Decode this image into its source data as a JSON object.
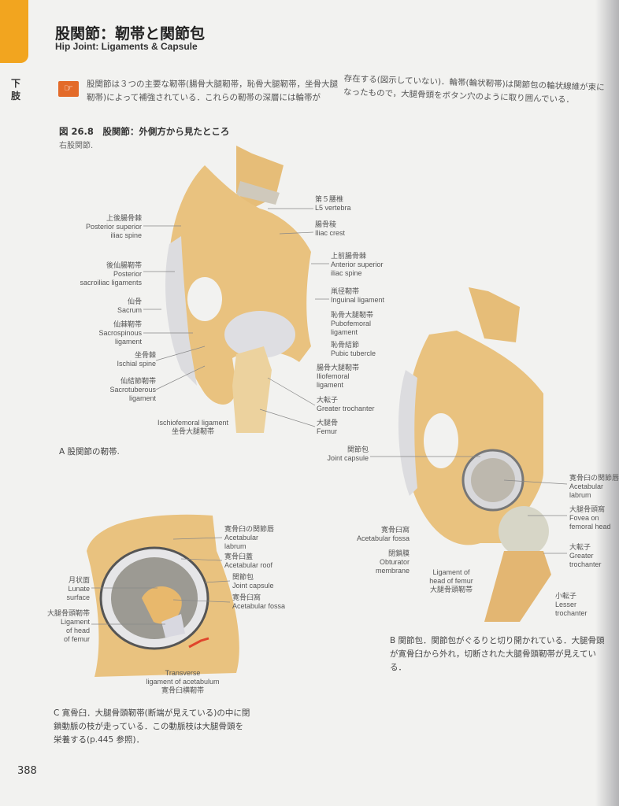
{
  "header": {
    "title": "股関節：靭帯と関節包",
    "subtitle": "Hip Joint: Ligaments & Capsule",
    "side_label": "下肢"
  },
  "icons": {
    "note": "pointing-hand-icon"
  },
  "intro": {
    "para1": "股関節は３つの主要な靭帯(腸骨大腿靭帯，恥骨大腿靭帯，坐骨大腿靭帯)によって補強されている．これらの靭帯の深層には輪帯が",
    "para2": "存在する(図示していない)．輪帯(輪状靭帯)は関節包の輪状線維が束になったもので，大腿骨頭をボタン穴のように取り囲んでいる．"
  },
  "figure": {
    "caption": "図 26.8　股関節：外側方から見たところ",
    "subcaption": "右股関節."
  },
  "figA": {
    "caption": "A 股関節の靭帯.",
    "labels": [
      {
        "jp": "上後腸骨棘",
        "en": [
          "Posterior superior",
          "iliac spine"
        ]
      },
      {
        "jp": "後仙腸靭帯",
        "en": [
          "Posterior",
          "sacroiliac ligaments"
        ]
      },
      {
        "jp": "仙骨",
        "en": [
          "Sacrum"
        ]
      },
      {
        "jp": "仙棘靭帯",
        "en": [
          "Sacrospinous",
          "ligament"
        ]
      },
      {
        "jp": "坐骨棘",
        "en": [
          "Ischial spine"
        ]
      },
      {
        "jp": "仙結節靭帯",
        "en": [
          "Sacrotuberous",
          "ligament"
        ]
      },
      {
        "jp": "坐骨大腿靭帯",
        "en": [
          "Ischiofemoral ligament"
        ]
      },
      {
        "jp": "第５腰椎",
        "en": [
          "L5 vertebra"
        ]
      },
      {
        "jp": "腸骨稜",
        "en": [
          "Iliac crest"
        ]
      },
      {
        "jp": "上前腸骨棘",
        "en": [
          "Anterior superior",
          "iliac spine"
        ]
      },
      {
        "jp": "鼡径靭帯",
        "en": [
          "Inguinal ligament"
        ]
      },
      {
        "jp": "恥骨大腿靭帯",
        "en": [
          "Pubofemoral",
          "ligament"
        ]
      },
      {
        "jp": "恥骨結節",
        "en": [
          "Pubic tubercle"
        ]
      },
      {
        "jp": "腸骨大腿靭帯",
        "en": [
          "Iliofemoral",
          "ligament"
        ]
      },
      {
        "jp": "大転子",
        "en": [
          "Greater trochanter"
        ]
      },
      {
        "jp": "大腿骨",
        "en": [
          "Femur"
        ]
      }
    ]
  },
  "figB": {
    "caption": "B 関節包．関節包がぐるりと切り開かれている．大腿骨頭が寛骨臼から外れ，切断された大腿骨頭靭帯が見えている．",
    "labels": [
      {
        "jp": "関節包",
        "en": [
          "Joint capsule"
        ]
      },
      {
        "jp": "寛骨臼の関節唇",
        "en": [
          "Acetabular",
          "labrum"
        ]
      },
      {
        "jp": "大腿骨頭窩",
        "en": [
          "Fovea on",
          "femoral head"
        ]
      },
      {
        "jp": "大転子",
        "en": [
          "Greater",
          "trochanter"
        ]
      },
      {
        "jp": "小転子",
        "en": [
          "Lesser",
          "trochanter"
        ]
      },
      {
        "jp": "寛骨臼窩",
        "en": [
          "Acetabular fossa"
        ]
      },
      {
        "jp": "閉鎖膜",
        "en": [
          "Obturator",
          "membrane"
        ]
      },
      {
        "jp": "大腿骨頭靭帯",
        "en": [
          "Ligament of",
          "head of femur"
        ]
      }
    ]
  },
  "figC": {
    "caption": "C 寛骨臼．大腿骨頭靭帯(断端が見えている)の中に閉鎖動脈の枝が走っている．この動脈枝は大腿骨頭を栄養する(p.445 参照)．",
    "labels": [
      {
        "jp": "寛骨臼の関節唇",
        "en": [
          "Acetabular",
          "labrum"
        ]
      },
      {
        "jp": "寛骨臼蓋",
        "en": [
          "Acetabular roof"
        ]
      },
      {
        "jp": "関節包",
        "en": [
          "Joint capsule"
        ]
      },
      {
        "jp": "寛骨臼窩",
        "en": [
          "Acetabular fossa"
        ]
      },
      {
        "jp": "月状面",
        "en": [
          "Lunate",
          "surface"
        ]
      },
      {
        "jp": "大腿骨頭靭帯",
        "en": [
          "Ligament",
          "of head",
          "of femur"
        ]
      },
      {
        "jp": "寛骨臼横靭帯",
        "en": [
          "Transverse",
          "ligament of acetabulum"
        ]
      }
    ]
  },
  "page_number": "388",
  "colors": {
    "accent": "#f2a51f",
    "icon_bg": "#e36b2a",
    "bone": "#e9c27f",
    "ligament": "#d9d9dc",
    "artery": "#e0452c"
  }
}
